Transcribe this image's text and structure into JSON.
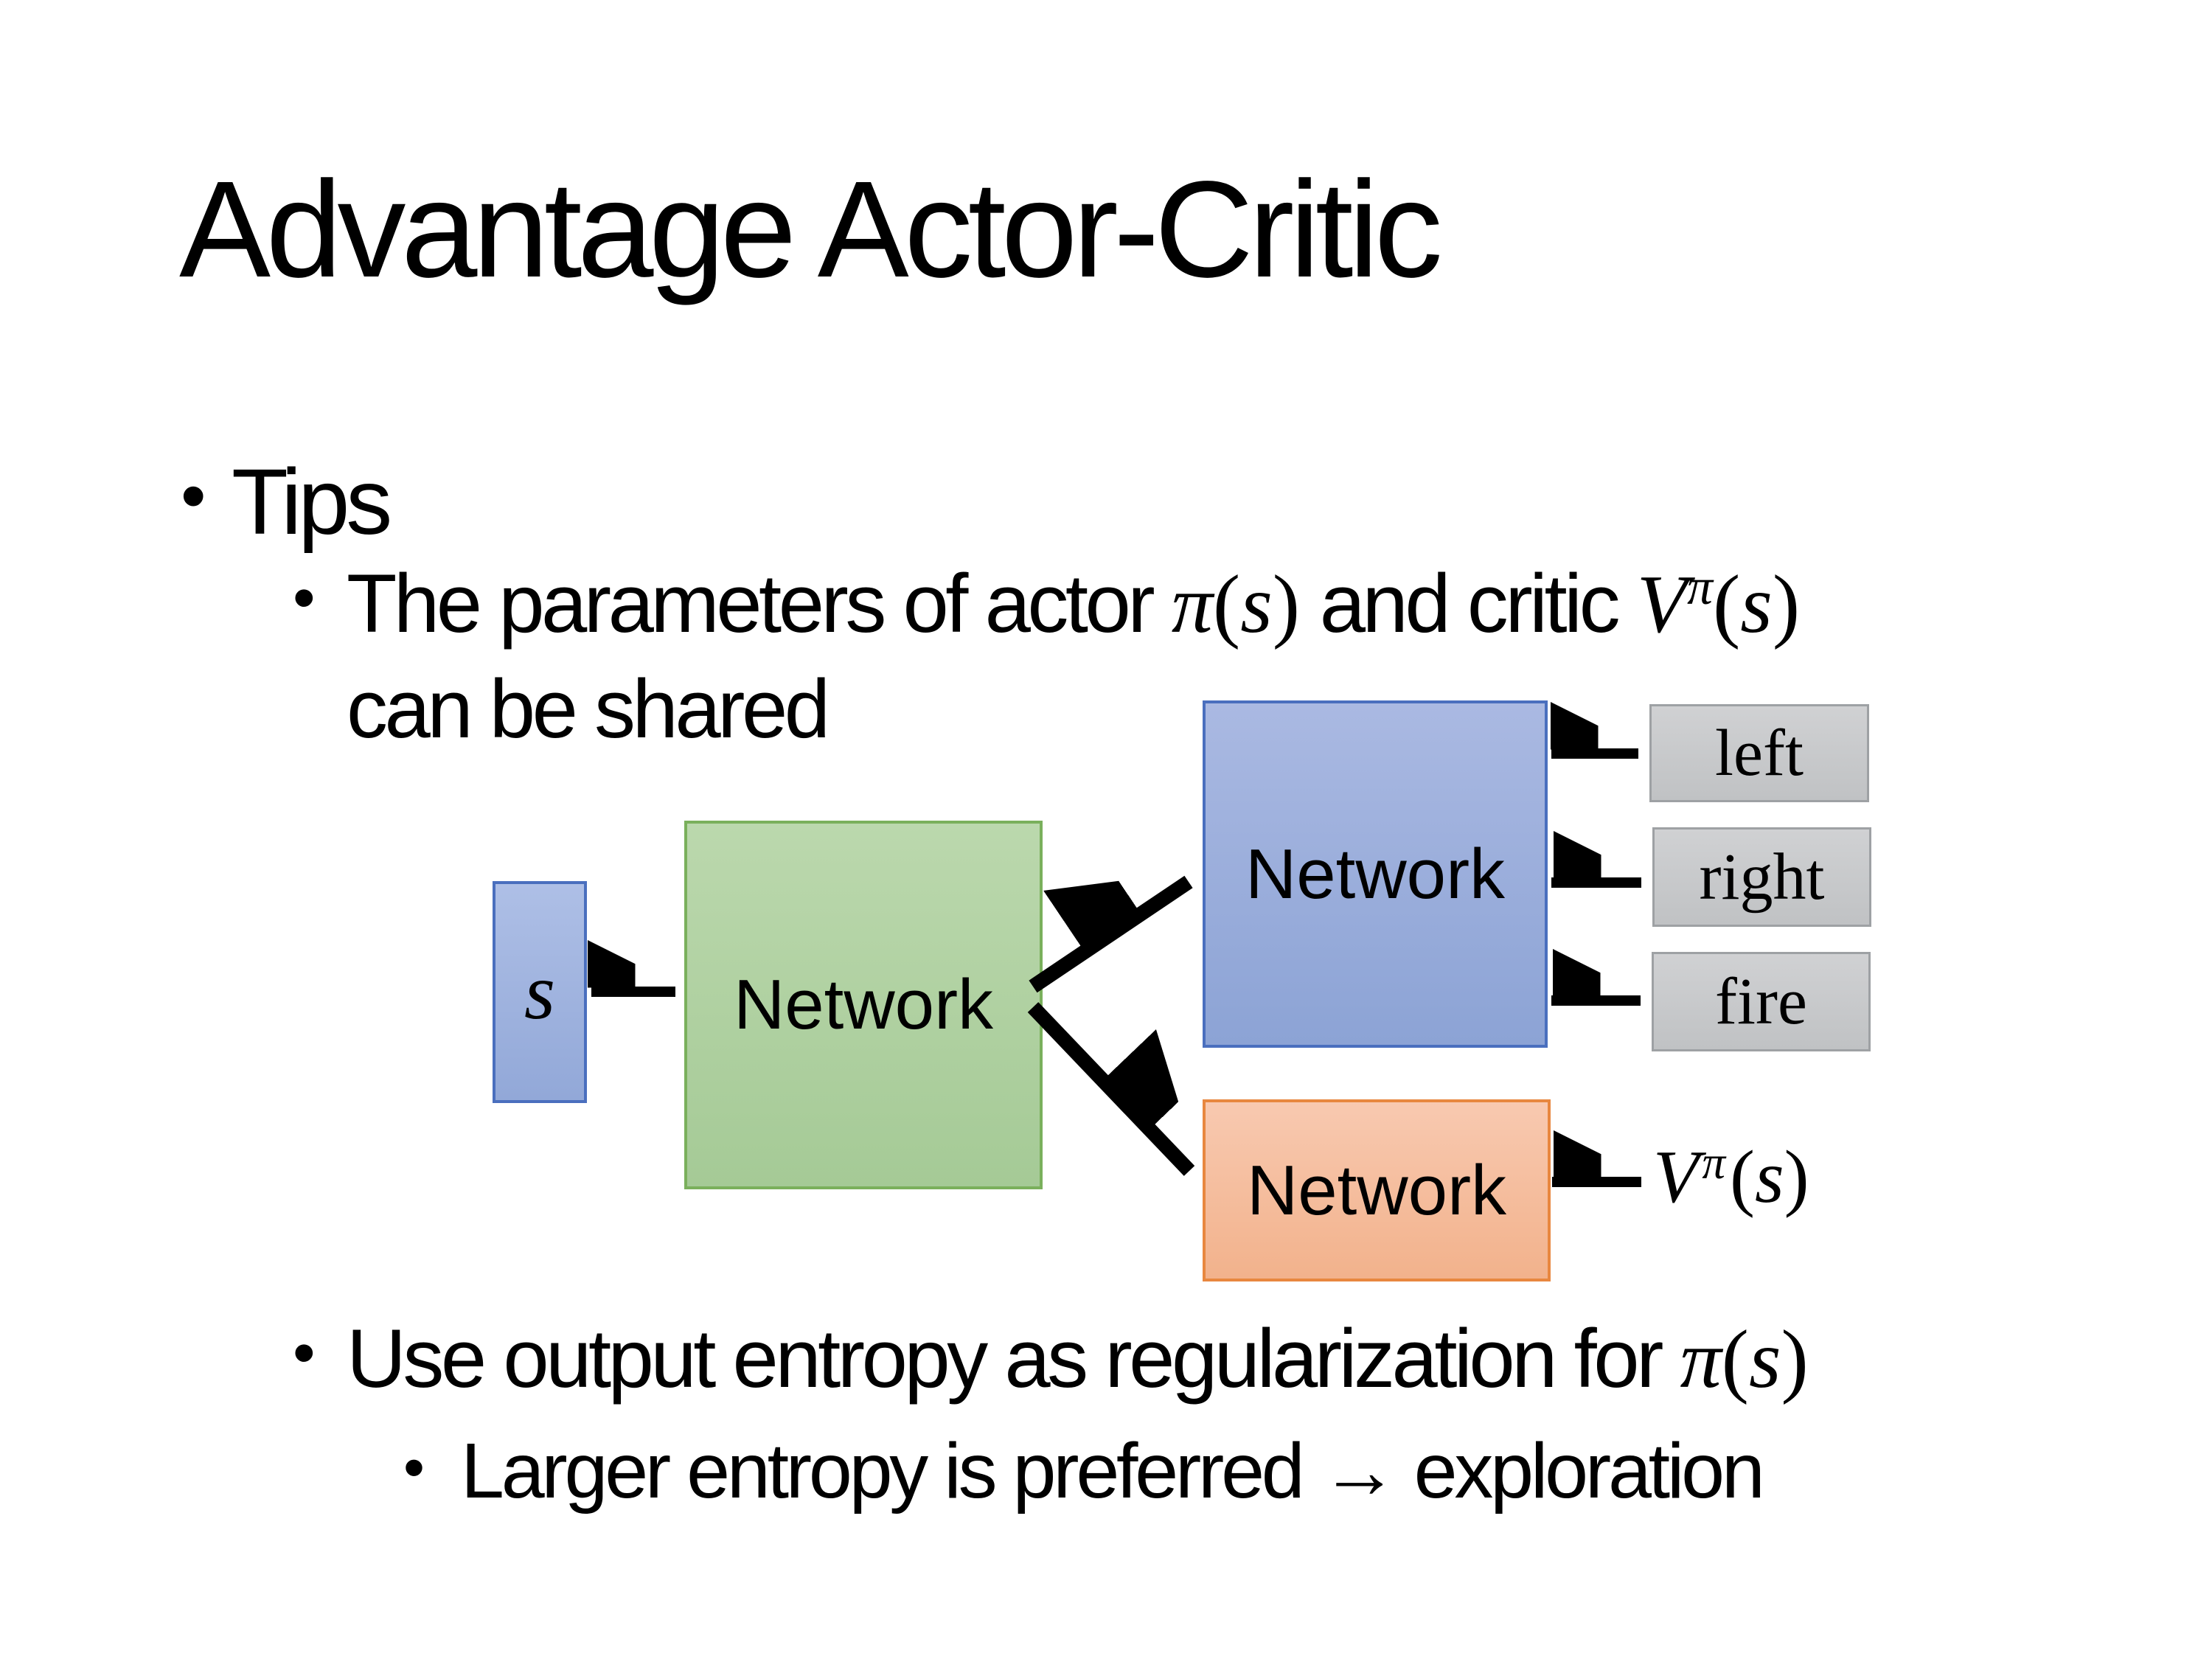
{
  "slide": {
    "title": "Advantage Actor-Critic",
    "background": "#ffffff",
    "text_color": "#000000"
  },
  "bullets": {
    "marker": "•",
    "tips": "Tips",
    "shared_prefix": "The parameters of actor ",
    "shared_mid": "  and critic ",
    "shared_line2": "can be shared",
    "entropy_prefix": "Use output entropy as regularization for ",
    "entropy_sub": "Larger entropy is preferred → exploration"
  },
  "math": {
    "V": "V",
    "pi": "π",
    "s": "s",
    "lparen": "(",
    "rparen": ")"
  },
  "diagram": {
    "state_label": "s",
    "shared_network_label": "Network",
    "actor_network_label": "Network",
    "critic_network_label": "Network",
    "action_labels": [
      "left",
      "right",
      "fire"
    ],
    "colors": {
      "state_fill": "#a4b6e0",
      "state_border": "#4a6fbe",
      "shared_fill": "#b0d2a2",
      "shared_border": "#7ab05c",
      "actor_fill": "#9db0dc",
      "actor_border": "#4a6fbe",
      "critic_fill": "#f5bfa2",
      "critic_border": "#e8873f",
      "action_fill": "#c8cacc",
      "action_border": "#9ea1a4",
      "arrow_color": "#000000"
    }
  }
}
